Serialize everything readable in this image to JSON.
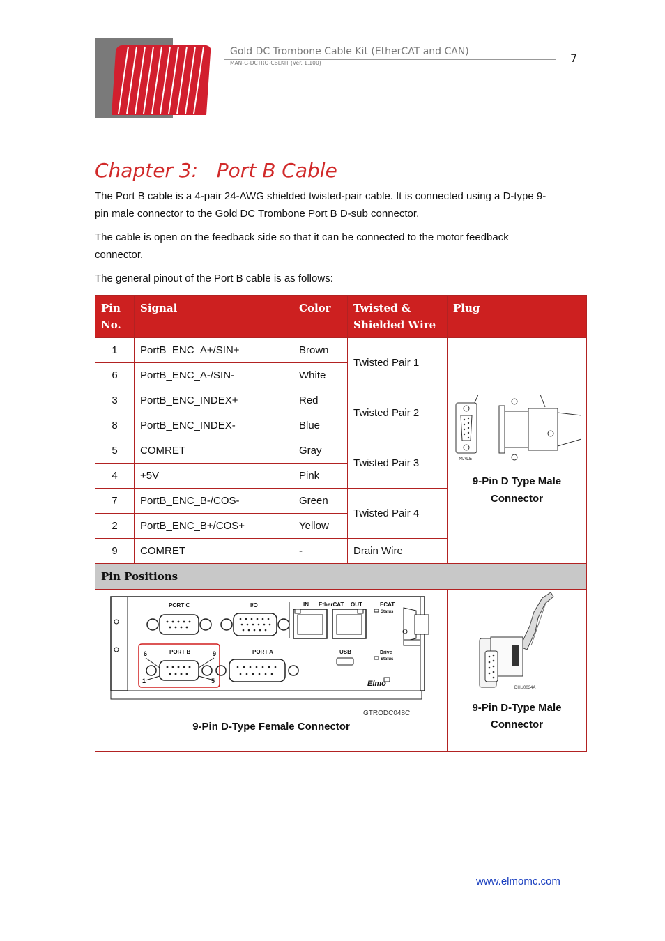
{
  "header": {
    "title": "Gold DC Trombone Cable Kit (EtherCAT and CAN)",
    "subtitle": "MAN-G-DCTRO-CBLKIT (Ver. 1.100)",
    "page_number": "7"
  },
  "chapter_title": "Chapter 3:   Port B Cable",
  "paragraphs": [
    "The Port B cable is a 4-pair 24-AWG shielded twisted-pair cable. It is connected using a D-type 9-pin male connector to the Gold DC Trombone Port B D-sub connector.",
    "The cable is open on the feedback side so that it can be connected to the motor feedback connector.",
    "The general pinout of the Port B cable is as follows:"
  ],
  "table": {
    "headers": [
      "Pin No.",
      "Signal",
      "Color",
      "Twisted & Shielded Wire",
      "Plug"
    ],
    "rows": [
      {
        "pin": "1",
        "signal": "PortB_ENC_A+/SIN+",
        "color": "Brown"
      },
      {
        "pin": "6",
        "signal": "PortB_ENC_A-/SIN-",
        "color": "White"
      },
      {
        "pin": "3",
        "signal": "PortB_ENC_INDEX+",
        "color": "Red"
      },
      {
        "pin": "8",
        "signal": "PortB_ENC_INDEX-",
        "color": "Blue"
      },
      {
        "pin": "5",
        "signal": "COMRET",
        "color": "Gray"
      },
      {
        "pin": "4",
        "signal": "+5V",
        "color": "Pink"
      },
      {
        "pin": "7",
        "signal": "PortB_ENC_B-/COS-",
        "color": "Green"
      },
      {
        "pin": "2",
        "signal": "PortB_ENC_B+/COS+",
        "color": "Yellow"
      },
      {
        "pin": "9",
        "signal": "COMRET",
        "color": "-"
      }
    ],
    "pairs": [
      "Twisted Pair 1",
      "Twisted Pair 2",
      "Twisted Pair 3",
      "Twisted Pair 4",
      "Drain Wire"
    ],
    "plug_caption": "9-Pin D Type Male Connector",
    "plug_label": "MALE",
    "pin_positions_label": "Pin Positions",
    "left_caption": "9-Pin D-Type Female Connector",
    "right_caption": "9-Pin D-Type Male Connector",
    "drive_labels": {
      "port_c": "PORT C",
      "io": "I/O",
      "in": "IN",
      "ethercat": "EtherCAT",
      "out": "OUT",
      "ecat": "ECAT",
      "status": "Status",
      "port_b": "PORT B",
      "port_a": "PORT A",
      "usb": "USB",
      "drive": "Drive",
      "brand": "Elmo",
      "code": "GTRODC048C",
      "pin6": "6",
      "pin9": "9",
      "pin1": "1",
      "pin5": "5",
      "cable_code": "DHU0034A"
    }
  },
  "footer": "www.elmomc.com",
  "colors": {
    "accent": "#cd2020",
    "link": "#1a3fbf",
    "pin_positions_bg": "#c8c8c8"
  }
}
